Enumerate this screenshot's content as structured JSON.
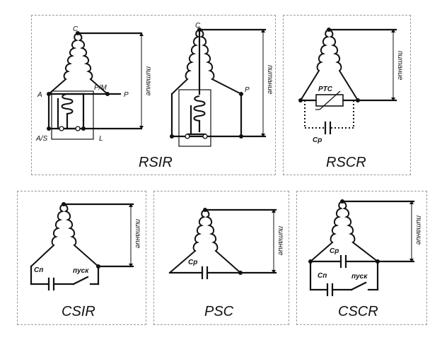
{
  "panels": {
    "rsir": {
      "caption": "RSIR",
      "labels": {
        "c1": "C",
        "c2": "C",
        "a": "A",
        "pm": "P/M",
        "p1": "P",
        "p2": "P",
        "as": "A/S",
        "l": "L"
      },
      "supply1": "питание",
      "supply2": "питание"
    },
    "rscr": {
      "caption": "RSCR",
      "labels": {
        "ptc": "PTC",
        "cp": "Cp"
      },
      "supply": "питание"
    },
    "csir": {
      "caption": "CSIR",
      "labels": {
        "cn": "Cп",
        "start": "пуск"
      },
      "supply": "питание"
    },
    "psc": {
      "caption": "PSC",
      "labels": {
        "cp": "Cp"
      },
      "supply": "питание"
    },
    "cscr": {
      "caption": "CSCR",
      "labels": {
        "cp": "Cp",
        "cn": "Cп",
        "start": "пуск"
      },
      "supply": "питание"
    }
  }
}
